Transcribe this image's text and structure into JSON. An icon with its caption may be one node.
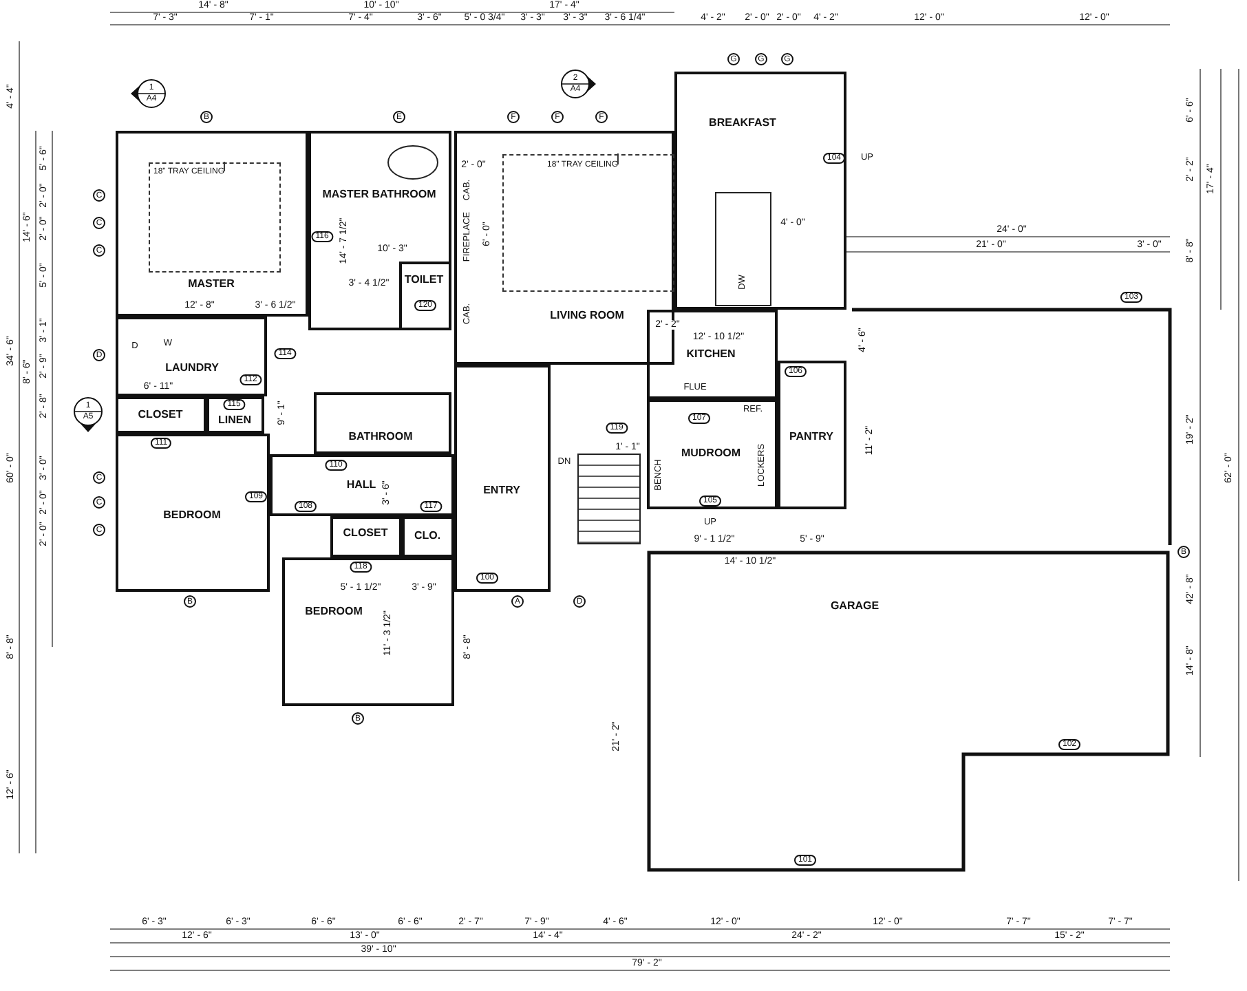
{
  "diagram": {
    "nodes": [
      {
        "text": [
          "MASTER"
        ]
      },
      {
        "text": [],
        "shape": "box",
        "in": 0
      },
      {
        "text": [
          "18\" TRAY CEILING"
        ],
        "in": 1
      },
      {
        "text": [
          "MASTER BATHROOM"
        ]
      },
      {
        "text": [
          "TOILET"
        ],
        "in": 3
      },
      {
        "text": [
          "LIVING ROOM"
        ]
      },
      {
        "text": [],
        "shape": "box",
        "in": 5
      },
      {
        "text": [
          "18\" TRAY CEILING"
        ],
        "in": 6
      },
      {
        "text": [
          "BREAKFAST"
        ]
      },
      {
        "text": [
          "KITCHEN"
        ]
      },
      {
        "text": [
          "LAUNDRY"
        ]
      },
      {
        "text": [
          "CLOSET"
        ]
      },
      {
        "text": [
          "LINEN"
        ]
      },
      {
        "text": [
          "BATHROOM"
        ]
      },
      {
        "text": [
          "HALL"
        ]
      },
      {
        "text": [
          "ENTRY"
        ]
      },
      {
        "text": [
          "MUDROOM"
        ]
      },
      {
        "text": [
          "PANTRY"
        ]
      },
      {
        "text": [
          "BEDROOM"
        ]
      },
      {
        "text": [
          "CLOSET"
        ]
      },
      {
        "text": [
          "CLO."
        ]
      },
      {
        "text": [
          "BEDROOM"
        ]
      },
      {
        "text": [
          "GARAGE"
        ]
      }
    ],
    "edges": [
      {
        "from": 2,
        "to": 1,
        "arrow": "none"
      },
      {
        "from": 7,
        "to": 6,
        "arrow": "none"
      }
    ],
    "labels": [
      "14' - 8\"",
      "10' - 10\"",
      "17' - 4\"",
      "7' - 3\"",
      "7' - 1\"",
      "7' - 4\"",
      "3' - 6\"",
      "5' - 0 3/4\"",
      "3' - 3\"",
      "3' - 3\"",
      "3' - 6 1/4\"",
      "4' - 2\"",
      "2' - 0\"",
      "2' - 0\"",
      "4' - 2\"",
      "12' - 0\"",
      "12' - 0\"",
      "1",
      "A4",
      "2",
      "A4",
      "B",
      "E",
      "F",
      "F",
      "F",
      "G",
      "G",
      "G",
      "4' - 4\"",
      "5' - 6\"",
      "14' - 6\"",
      "2' - 0\"",
      "2' - 0\"",
      "5' - 0\"",
      "34' - 6\"",
      "3' - 1\"",
      "8' - 6\"",
      "2' - 9\"",
      "2' - 8\"",
      "60' - 0\"",
      "C",
      "C",
      "C",
      "D",
      "C",
      "C",
      "C",
      "1",
      "A5",
      "3' - 0\"",
      "2' - 0\"",
      "2' - 0\"",
      "8' - 8\"",
      "12' - 6\"",
      "6' - 6\"",
      "2' - 2\"",
      "17' - 4\"",
      "8' - 8\"",
      "19' - 2\"",
      "62' - 0\"",
      "42' - 8\"",
      "14' - 8\"",
      "B",
      "12' - 8\"",
      "3' - 6 1/2\"",
      "14' - 7 1/2\"",
      "10' - 3\"",
      "3' - 4 1/2\"",
      "2' - 0\"",
      "6' - 0\"",
      "6' - 11\"",
      "9' - 1\"",
      "3' - 6\"",
      "5' - 1 1/2\"",
      "3' - 9\"",
      "11' - 3 1/2\"",
      "8' - 8\"",
      "2' - 2\"",
      "1' - 1\"",
      "4' - 0\"",
      "12' - 10 1/2\"",
      "24' - 0\"",
      "21' - 0\"",
      "3' - 0\"",
      "4' - 6\"",
      "11' - 2\"",
      "9' - 1 1/2\"",
      "5' - 9\"",
      "14' - 10 1/2\"",
      "21' - 2\"",
      "116",
      "120",
      "114",
      "112",
      "115",
      "111",
      "109",
      "110",
      "108",
      "117",
      "118",
      "100",
      "119",
      "107",
      "106",
      "105",
      "104",
      "103",
      "102",
      "101",
      "B",
      "A",
      "D",
      "B",
      "CAB.",
      "FIREPLACE",
      "CAB.",
      "D",
      "W",
      "DW",
      "FLUE",
      "REF.",
      "BENCH",
      "LOCKERS",
      "UP",
      "DN",
      "UP",
      "6' - 3\"",
      "6' - 3\"",
      "6' - 6\"",
      "6' - 6\"",
      "2' - 7\"",
      "7' - 9\"",
      "4' - 6\"",
      "12' - 0\"",
      "12' - 0\"",
      "7' - 7\"",
      "7' - 7\"",
      "12' - 6\"",
      "13' - 0\"",
      "14' - 4\"",
      "24' - 2\"",
      "15' - 2\"",
      "39' - 10\"",
      "79' - 2\""
    ]
  }
}
